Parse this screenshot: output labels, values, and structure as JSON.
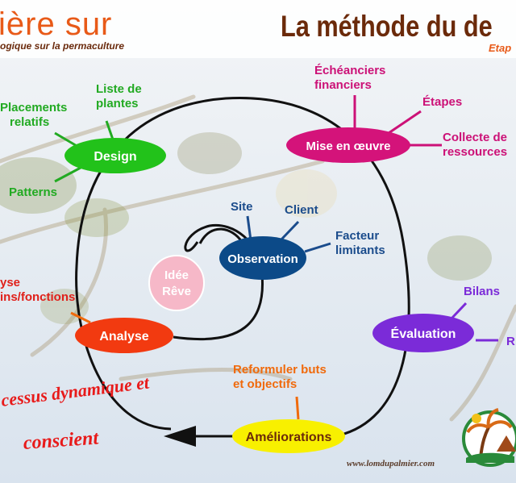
{
  "header": {
    "left_title": "ière sur",
    "left_subtitle": "ogique sur la permaculture",
    "right_title": "La méthode du de",
    "right_subtitle": "Etap"
  },
  "nodes": {
    "design": "Design",
    "mise": "Mise en œuvre",
    "observation": "Observation",
    "idee_line1": "Idée",
    "idee_line2": "Rêve",
    "analyse": "Analyse",
    "evaluation": "Évaluation",
    "ameliorations": "Améliorations"
  },
  "labels": {
    "liste_line1": "Liste de",
    "liste_line2": "plantes",
    "placements_line1": "Placements",
    "placements_line2": "relatifs",
    "patterns": "Patterns",
    "echeanciers_line1": "Échéanciers",
    "echeanciers_line2": "financiers",
    "etapes": "Étapes",
    "collecte_line1": "Collecte de",
    "collecte_line2": "ressources",
    "site": "Site",
    "client": "Client",
    "facteur_line1": "Facteur",
    "facteur_line2": "limitants",
    "analyse_line1": "yse",
    "analyse_line2": "ins/fonctions",
    "bilans": "Bilans",
    "r_cut": "R",
    "reformuler_line1": "Reformuler buts",
    "reformuler_line2": "et objectifs"
  },
  "footer": {
    "process_line1": "cessus dynamique et",
    "process_line2": "conscient",
    "website": "www.lomdupalmier.com"
  },
  "colors": {
    "design": "#22c21a",
    "mise": "#d4137a",
    "observation": "#0c4a88",
    "idee": "#f6b8c8",
    "analyse": "#f23a10",
    "evaluation": "#7b2bd8",
    "ameliorations": "#f8f000"
  }
}
